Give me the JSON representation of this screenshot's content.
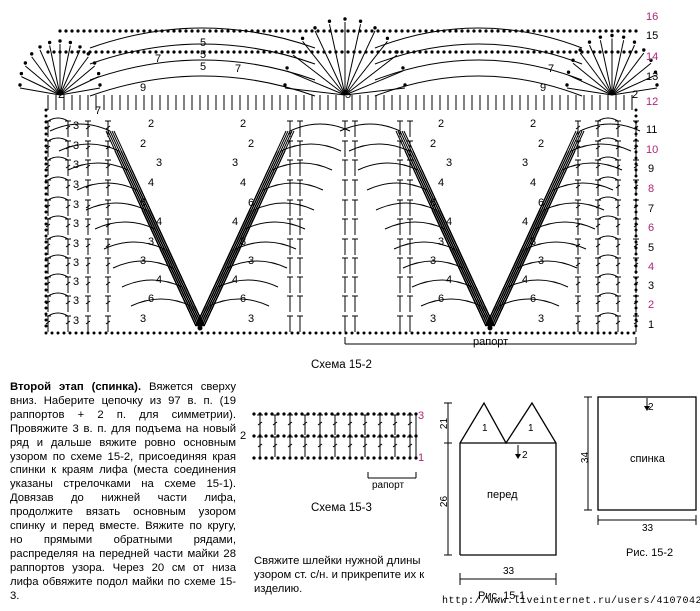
{
  "main_chart": {
    "caption": "Схема 15-2",
    "repeat_label": "рапорт",
    "row_numbers": [
      "1",
      "2",
      "3",
      "4",
      "5",
      "6",
      "7",
      "8",
      "9",
      "10",
      "11",
      "12",
      "13",
      "14",
      "15",
      "16"
    ],
    "stitch_counts_left": [
      "3",
      "3",
      "3",
      "3",
      "3",
      "3",
      "3",
      "3",
      "3",
      "3",
      "3"
    ],
    "inner_counts": [
      "3",
      "6",
      "4",
      "3",
      "3",
      "4",
      "6",
      "4",
      "3",
      "2",
      "2"
    ],
    "top_counts": [
      "5",
      "5",
      "5",
      "7",
      "7",
      "9",
      "9",
      "7",
      "5",
      "2",
      "2",
      "7"
    ]
  },
  "chart_small": {
    "caption": "Схема 15-3",
    "repeat_label": "рапорт",
    "row_numbers": [
      "1",
      "2",
      "3"
    ],
    "side_number": "2"
  },
  "instructions": {
    "title": "Второй этап (спинка).",
    "body": " Вяжется сверху вниз. Наберите цепочку из 97 в. п. (19 раппортов + 2 п. для симметрии). Провяжите 3 в. п. для подъема на новый ряд и дальше вяжите ровно основным узором по схеме 15-2, присоединяя края спинки к краям лифа (места соединения указаны стрелочками на схеме 15-1). Довязав до нижней части лифа, продолжите вязать основным узором спинку и перед вместе. Вяжите по кругу, но прямыми обратными рядами, распределяя на передней части майки 28 раппортов узора. Через 20 см от низа лифа обвяжите подол майки по схеме 15-3."
  },
  "straps_note": "Свяжите шлейки нужной длины узором ст. с/н. и прикрепите их к изделию.",
  "pattern_front": {
    "label": "перед",
    "triangle_labels": [
      "1",
      "1"
    ],
    "arrow_label": "2",
    "dim_height_top": "21",
    "dim_height_bottom": "26",
    "dim_width": "33",
    "caption": "Рис. 15-1"
  },
  "pattern_back": {
    "label": "спинка",
    "arrow_label": "2",
    "dim_height": "34",
    "dim_width": "33",
    "caption": "Рис. 15-2"
  },
  "watermark": "http://www.liveinternet.ru/users/4107042/",
  "colors": {
    "row_number_pink": "#b0227a",
    "ink": "#000000"
  }
}
